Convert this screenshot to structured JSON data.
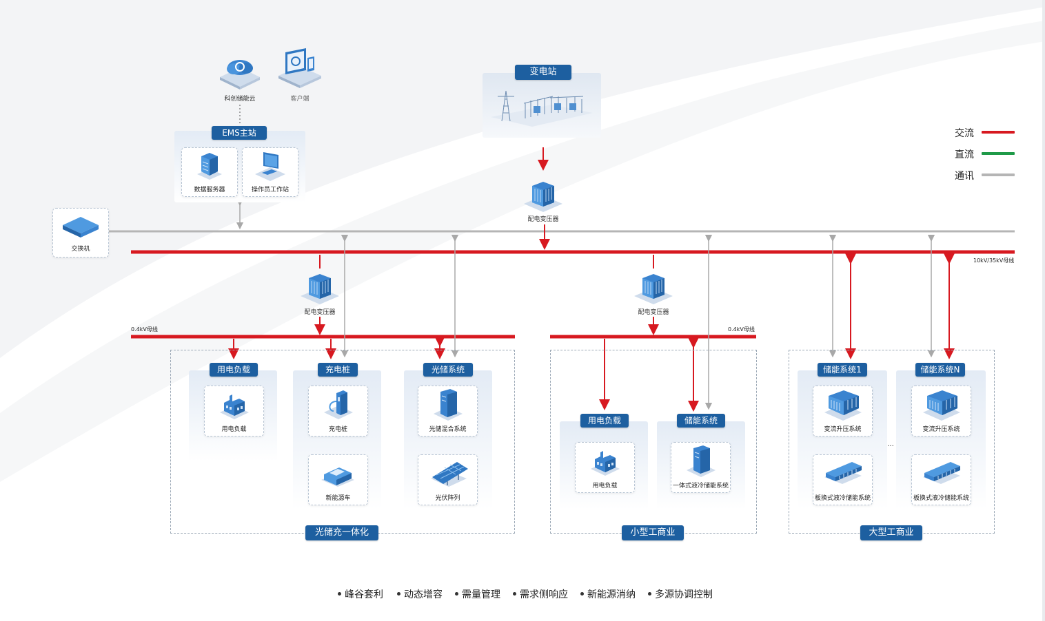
{
  "cloud": {
    "label": "科创储能云"
  },
  "client": {
    "label": "客户端"
  },
  "ems": {
    "title": "EMS主站",
    "data_server": "数据服务器",
    "operator_station": "操作员工作站"
  },
  "substation": {
    "title": "变电站"
  },
  "main_transformer": {
    "label": "配电变压器"
  },
  "switch": {
    "label": "交换机"
  },
  "bus": {
    "hv": "10kV/35kV母线",
    "lv_left": "0.4kV母线",
    "lv_mid": "0.4kV母线"
  },
  "left": {
    "transformer": "配电变压器",
    "load": {
      "title": "用电负载",
      "caption": "用电负载"
    },
    "charger": {
      "title": "充电桩",
      "caption": "充电桩",
      "ev_caption": "新能源车"
    },
    "pv_storage": {
      "title": "光储系统",
      "caption": "光储混合系统",
      "pv_caption": "光伏阵列"
    },
    "group_label": "光储充一体化"
  },
  "middle": {
    "transformer": "配电变压器",
    "load": {
      "title": "用电负载",
      "caption": "用电负载"
    },
    "storage": {
      "title": "储能系统",
      "caption": "一体式液冷储能系统"
    },
    "group_label": "小型工商业"
  },
  "right": {
    "sys1": {
      "title": "储能系统1",
      "pcs": "变流升压系统",
      "battery": "板换式液冷储能系统"
    },
    "sysN": {
      "title": "储能系统N",
      "pcs": "变流升压系统",
      "battery": "板换式液冷储能系统"
    },
    "ellipsis": "...",
    "group_label": "大型工商业"
  },
  "legend": [
    {
      "label": "交流",
      "color": "#d71920"
    },
    {
      "label": "直流",
      "color": "#1f9a48"
    },
    {
      "label": "通讯",
      "color": "#b5b5b5"
    }
  ],
  "features": [
    "峰谷套利",
    "动态增容",
    "需量管理",
    "需求侧响应",
    "新能源消纳",
    "多源协调控制"
  ]
}
